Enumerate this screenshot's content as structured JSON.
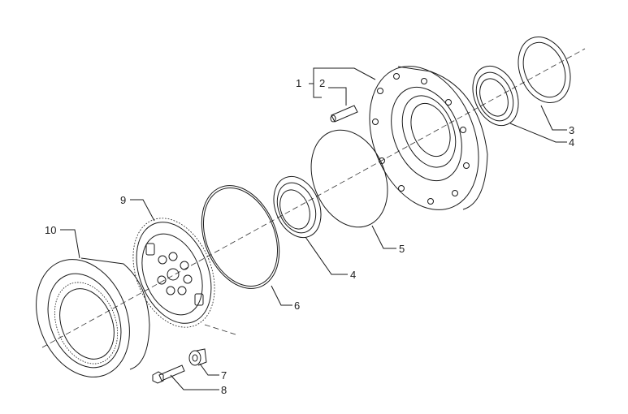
{
  "callouts": [
    {
      "id": "1",
      "label": "1"
    },
    {
      "id": "2",
      "label": "2"
    },
    {
      "id": "3",
      "label": "3"
    },
    {
      "id": "4a",
      "label": "4"
    },
    {
      "id": "4b",
      "label": "4"
    },
    {
      "id": "5",
      "label": "5"
    },
    {
      "id": "6",
      "label": "6"
    },
    {
      "id": "7",
      "label": "7"
    },
    {
      "id": "8",
      "label": "8"
    },
    {
      "id": "9",
      "label": "9"
    },
    {
      "id": "10",
      "label": "10"
    }
  ]
}
